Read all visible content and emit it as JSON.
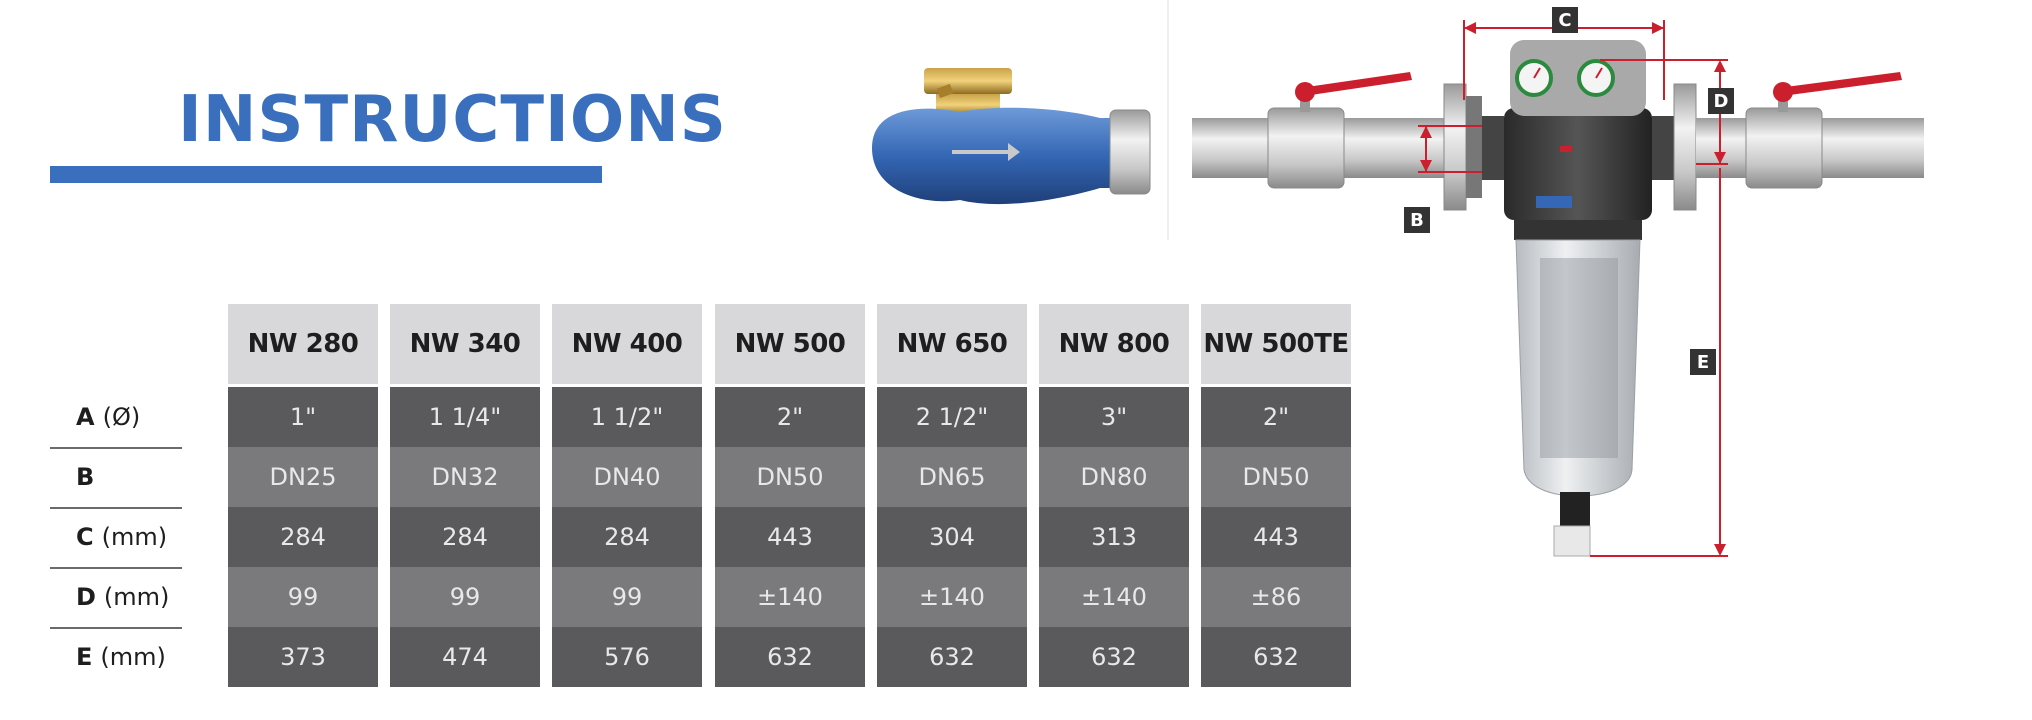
{
  "title": "INSTRUCTIONS",
  "colors": {
    "accent": "#3a6fbe",
    "dimension_red": "#cc1f2e",
    "header_bg": "#d8d8da",
    "cell_dark": "#5a595b",
    "cell_light": "#7a797b"
  },
  "table": {
    "columns": [
      "NW 280",
      "NW 340",
      "NW 400",
      "NW 500",
      "NW 650",
      "NW 800",
      "NW 500TE"
    ],
    "rows": [
      {
        "letter": "A",
        "unit": "(Ø)",
        "values": [
          "1\"",
          "1 1/4\"",
          "1 1/2\"",
          "2\"",
          "2 1/2\"",
          "3\"",
          "2\""
        ]
      },
      {
        "letter": "B",
        "unit": "",
        "values": [
          "DN25",
          "DN32",
          "DN40",
          "DN50",
          "DN65",
          "DN80",
          "DN50"
        ]
      },
      {
        "letter": "C",
        "unit": "(mm)",
        "values": [
          "284",
          "284",
          "284",
          "443",
          "304",
          "313",
          "443"
        ]
      },
      {
        "letter": "D",
        "unit": "(mm)",
        "values": [
          "99",
          "99",
          "99",
          "±140",
          "±140",
          "±140",
          "±86"
        ]
      },
      {
        "letter": "E",
        "unit": "(mm)",
        "values": [
          "373",
          "474",
          "576",
          "632",
          "632",
          "632",
          "632"
        ]
      }
    ]
  },
  "diagram": {
    "labels": {
      "b": "B",
      "c": "C",
      "d": "D",
      "e": "E"
    }
  }
}
